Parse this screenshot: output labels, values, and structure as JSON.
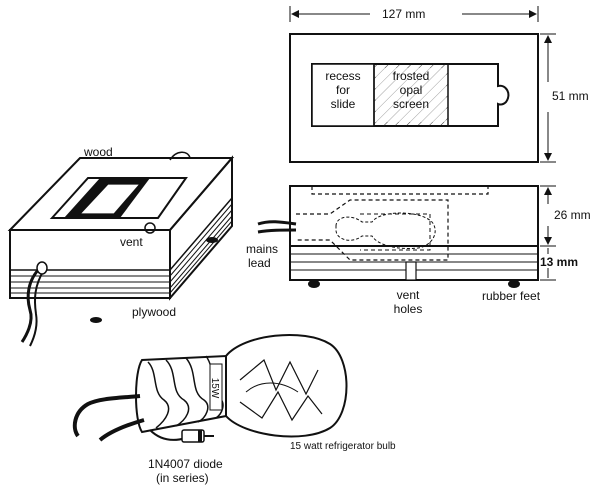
{
  "perspective_view": {
    "label_wood": "wood",
    "label_vent": "vent",
    "label_plywood": "plywood"
  },
  "top_view": {
    "width_dimension": "127 mm",
    "height_dimension": "51 mm",
    "recess_label": [
      "recess",
      "for",
      "slide"
    ],
    "screen_label": [
      "frosted",
      "opal",
      "screen"
    ]
  },
  "side_view": {
    "upper_dimension": "26 mm",
    "lower_dimension": "13 mm",
    "label_mains_lead": [
      "mains",
      "lead"
    ],
    "label_vent_holes": [
      "vent",
      "holes"
    ],
    "label_rubber_feet": "rubber feet"
  },
  "bulb_detail": {
    "bulb_label": "15 watt refrigerator bulb",
    "diode_label": [
      "1N4007 diode",
      "(in series)"
    ],
    "bulb_marking": "15W"
  }
}
